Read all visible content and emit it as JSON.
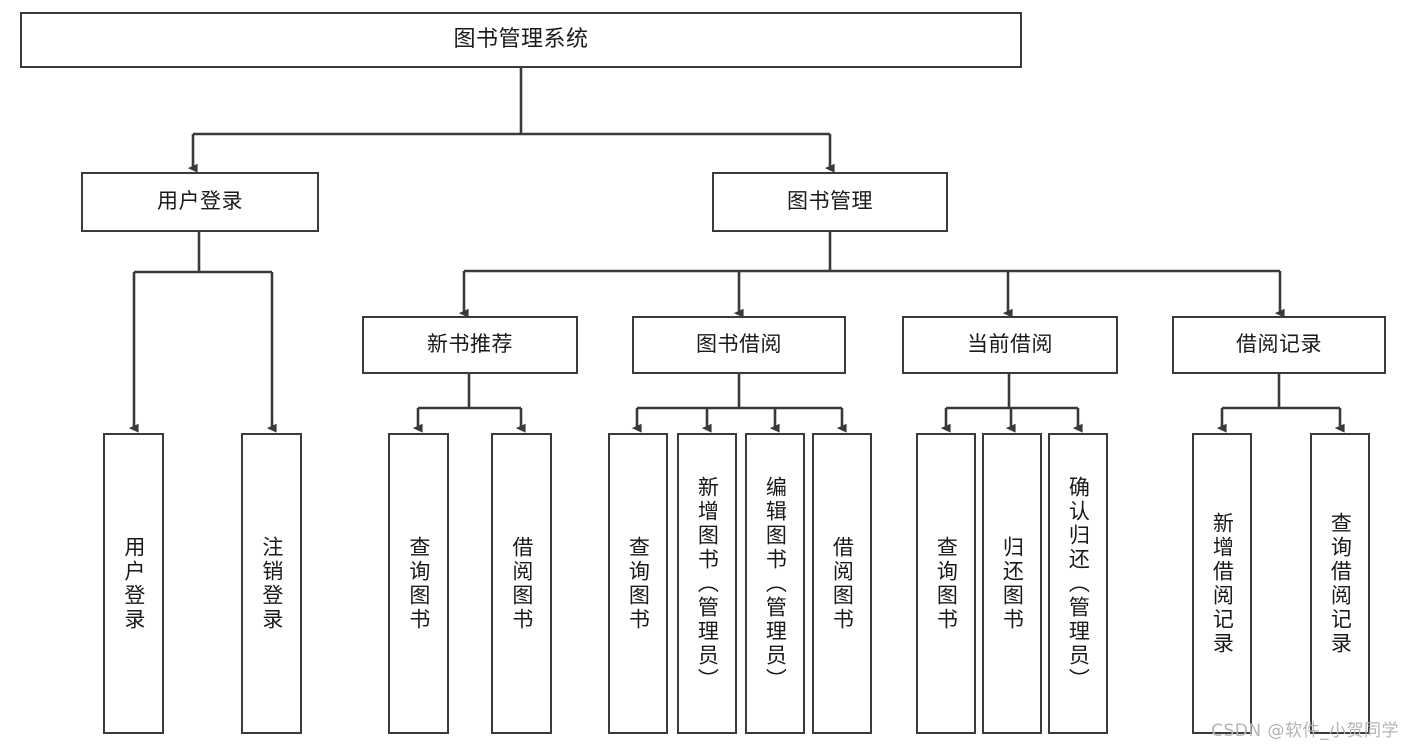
{
  "diagram": {
    "title": "图书管理系统",
    "type": "tree",
    "watermark": "CSDN @软件_小贺同学",
    "colors": {
      "box_border": "#3a3a3a",
      "box_fill": "#ffffff",
      "connector": "#3a3a3a",
      "text": "#1a1a1a",
      "watermark": "#b4b4b4",
      "background": "#ffffff"
    },
    "root": {
      "id": "root",
      "label": "图书管理系统"
    },
    "level2": [
      {
        "id": "user-login",
        "label": "用户登录"
      },
      {
        "id": "book-manage",
        "label": "图书管理"
      }
    ],
    "level3": [
      {
        "id": "new-book-recommend",
        "label": "新书推荐",
        "parent": "book-manage"
      },
      {
        "id": "book-borrow",
        "label": "图书借阅",
        "parent": "book-manage"
      },
      {
        "id": "current-borrow",
        "label": "当前借阅",
        "parent": "book-manage"
      },
      {
        "id": "borrow-record",
        "label": "借阅记录",
        "parent": "book-manage"
      }
    ],
    "leaves": {
      "user-login": [
        {
          "id": "leaf-user-login",
          "label": "用户登录"
        },
        {
          "id": "leaf-logout",
          "label": "注销登录"
        }
      ],
      "new-book-recommend": [
        {
          "id": "leaf-query-book-1",
          "label": "查询图书"
        },
        {
          "id": "leaf-borrow-book-1",
          "label": "借阅图书"
        }
      ],
      "book-borrow": [
        {
          "id": "leaf-query-book-2",
          "label": "查询图书"
        },
        {
          "id": "leaf-add-book",
          "label": "新增图书（管理员）"
        },
        {
          "id": "leaf-edit-book",
          "label": "编辑图书（管理员）"
        },
        {
          "id": "leaf-borrow-book-2",
          "label": "借阅图书"
        }
      ],
      "current-borrow": [
        {
          "id": "leaf-query-book-3",
          "label": "查询图书"
        },
        {
          "id": "leaf-return-book",
          "label": "归还图书"
        },
        {
          "id": "leaf-confirm-return",
          "label": "确认归还（管理员）"
        }
      ],
      "borrow-record": [
        {
          "id": "leaf-add-record",
          "label": "新增借阅记录"
        },
        {
          "id": "leaf-query-record",
          "label": "查询借阅记录"
        }
      ]
    }
  }
}
